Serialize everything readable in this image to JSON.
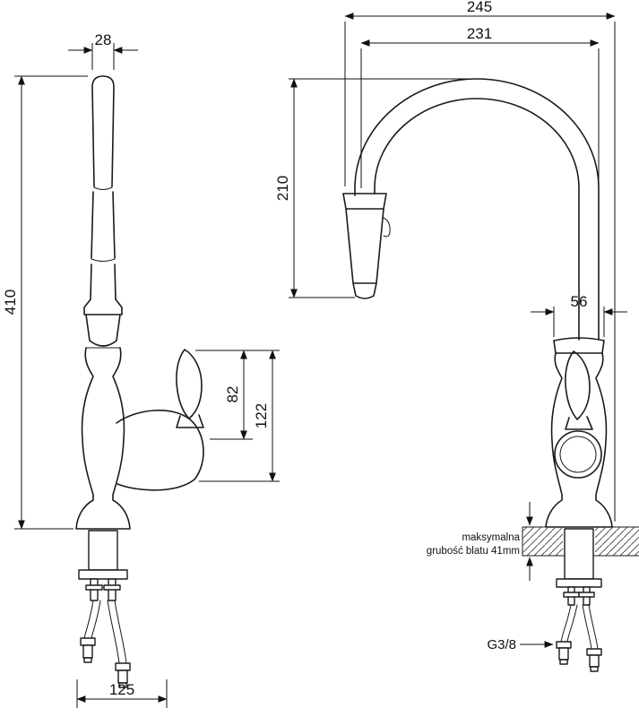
{
  "drawing": {
    "type": "faucet-technical-drawing",
    "colors": {
      "line": "#1a1a1a",
      "dimension": "#111111",
      "background": "#ffffff"
    }
  },
  "dims": {
    "left": {
      "top_width": "28",
      "total_height": "410",
      "handle_height": "82",
      "handle_span": "122",
      "base_width": "125"
    },
    "right": {
      "overall_depth": "245",
      "spout_reach": "231",
      "spout_height": "210",
      "body_width": "56",
      "counter_note_line1": "maksymalna",
      "counter_note_line2": "grubość blatu 41mm",
      "thread_size": "G3/8"
    }
  }
}
